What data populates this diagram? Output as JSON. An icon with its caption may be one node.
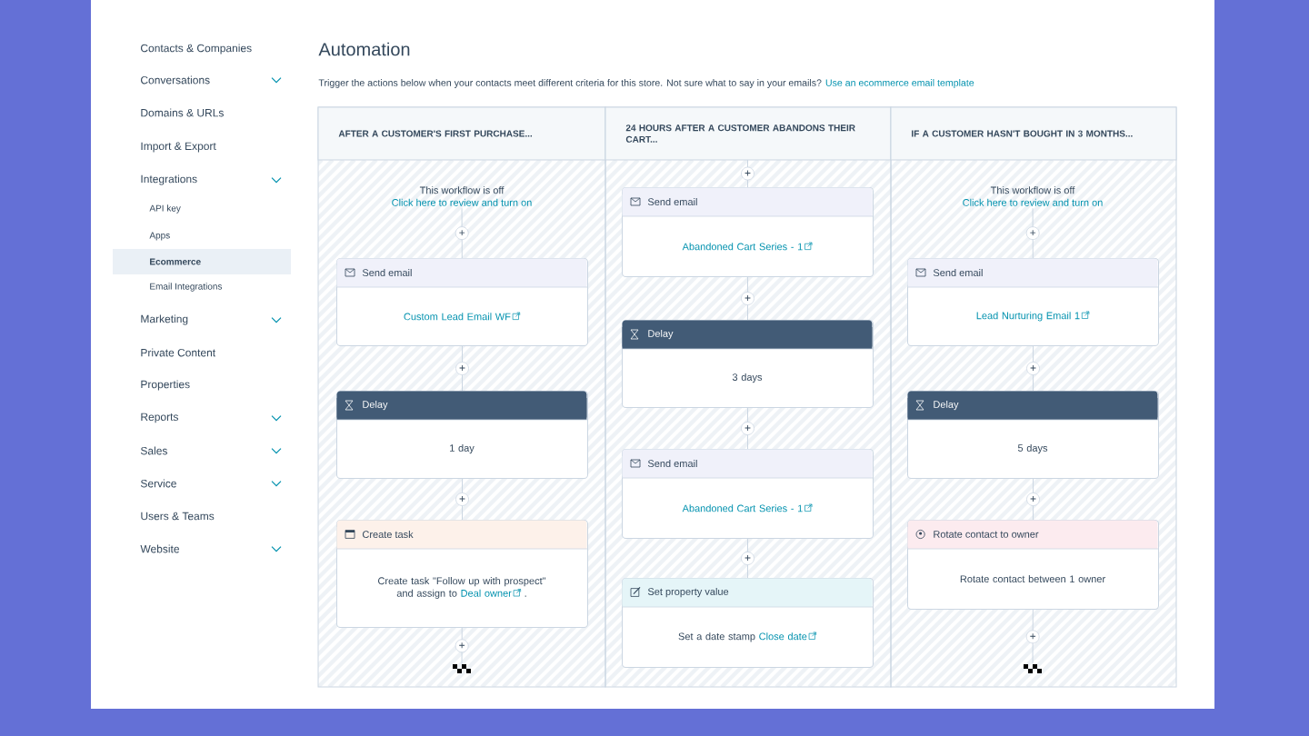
{
  "diagram": {
    "title": "Automation",
    "nodes": [
      {
        "text": [
          "AFTER A CUSTOMER'S FIRST PURCHASE..."
        ]
      },
      {
        "text": [
          "24 HOURS AFTER A CUSTOMER ABANDONS THEIR CART..."
        ]
      },
      {
        "text": [
          "IF A CUSTOMER HASN'T BOUGHT IN 3 MONTHS..."
        ]
      },
      {
        "text": [
          "This workflow is off",
          "Click here to review and turn on"
        ],
        "in": 0
      },
      {
        "text": [
          "Send email",
          "Custom Lead Email WF"
        ],
        "in": 0
      },
      {
        "text": [
          "Delay",
          "1 day"
        ],
        "in": 0
      },
      {
        "text": [
          "Create task",
          "Create task \"Follow up with prospect\" and assign to",
          "Deal owner",
          "."
        ],
        "in": 0
      },
      {
        "text": [],
        "shape": "picture",
        "in": 0
      },
      {
        "text": [
          "Send email",
          "Abandoned Cart Series - 1"
        ],
        "in": 1
      },
      {
        "text": [
          "Delay",
          "3 days"
        ],
        "in": 1
      },
      {
        "text": [
          "Send email",
          "Abandoned Cart Series - 1"
        ],
        "in": 1
      },
      {
        "text": [
          "Set property value",
          "Set a date stamp",
          "Close date"
        ],
        "in": 1
      },
      {
        "text": [
          "This workflow is off",
          "Click here to review and turn on"
        ],
        "in": 2
      },
      {
        "text": [
          "Send email",
          "Lead Nurturing Email 1"
        ],
        "in": 2
      },
      {
        "text": [
          "Delay",
          "5 days"
        ],
        "in": 2
      },
      {
        "text": [
          "Rotate contact to owner",
          "Rotate contact between 1 owner"
        ],
        "in": 2
      },
      {
        "text": [],
        "shape": "picture",
        "in": 2
      }
    ],
    "edges": [
      {
        "from": 3,
        "to": 4,
        "arrow": "none",
        "label": "+"
      },
      {
        "from": 4,
        "to": 5,
        "arrow": "none",
        "label": "+"
      },
      {
        "from": 5,
        "to": 6,
        "arrow": "none",
        "label": "+"
      },
      {
        "from": 6,
        "to": 7,
        "arrow": "none",
        "label": "+"
      },
      {
        "from": null,
        "to": 8,
        "arrow": "none",
        "label": "+"
      },
      {
        "from": 8,
        "to": 9,
        "arrow": "none",
        "label": "+"
      },
      {
        "from": 9,
        "to": 10,
        "arrow": "none",
        "label": "+"
      },
      {
        "from": 10,
        "to": 11,
        "arrow": "none",
        "label": "+"
      },
      {
        "from": 12,
        "to": 13,
        "arrow": "none",
        "label": "+"
      },
      {
        "from": 13,
        "to": 14,
        "arrow": "none",
        "label": "+"
      },
      {
        "from": 14,
        "to": 15,
        "arrow": "none",
        "label": "+"
      },
      {
        "from": 15,
        "to": 16,
        "arrow": "none",
        "label": "+"
      }
    ],
    "labels": [
      "Contacts & Companies",
      "Conversations",
      "Domains & URLs",
      "Import & Export",
      "Integrations",
      "API key",
      "Apps",
      "Ecommerce",
      "Email Integrations",
      "Marketing",
      "Private Content",
      "Properties",
      "Reports",
      "Sales",
      "Service",
      "Users & Teams",
      "Website",
      "Trigger the actions below when your contacts meet different criteria for this store. Not sure what to say in your emails?",
      "Use an ecommerce email template"
    ]
  }
}
